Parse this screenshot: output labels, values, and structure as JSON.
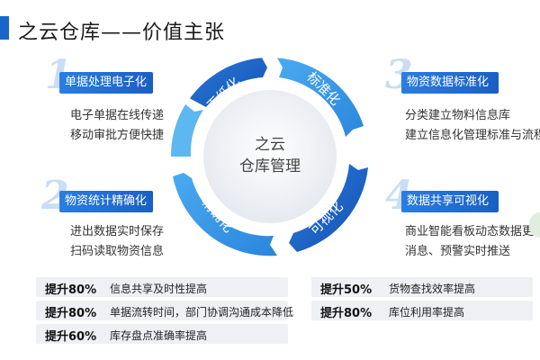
{
  "page": {
    "title": "之云仓库——价值主张"
  },
  "center": {
    "line1": "之云",
    "line2": "仓库管理"
  },
  "ring_labels": [
    "无纸化",
    "标准化",
    "可视化",
    "精确化"
  ],
  "steps": [
    {
      "number": "1",
      "title": "单据处理电子化",
      "items": [
        "电子单据在线传递",
        "移动审批方便快捷"
      ]
    },
    {
      "number": "2",
      "title": "物资统计精确化",
      "items": [
        "进出数据实时保存",
        "扫码读取物资信息"
      ]
    },
    {
      "number": "3",
      "title": "物资数据标准化",
      "items": [
        "分类建立物料信息库",
        "建立信息化管理标准与流程"
      ]
    },
    {
      "number": "4",
      "title": "数据共享可视化",
      "items": [
        "商业智能看板动态数据更新",
        "消息、预警实时推送"
      ]
    }
  ],
  "stats_left": [
    {
      "value": "提升80%",
      "text": "信息共享及时性提高"
    },
    {
      "value": "提升80%",
      "text": "单据流转时间，部门协调沟通成本降低"
    },
    {
      "value": "提升60%",
      "text": "库存盘点准确率提高"
    }
  ],
  "stats_right": [
    {
      "value": "提升50%",
      "text": "货物查找效率提高"
    },
    {
      "value": "提升80%",
      "text": "库位利用率提高"
    }
  ],
  "colors": {
    "accent": "#1a66c8",
    "ring_dark": "#1a5fc4",
    "ring_light": "#3d9be8"
  }
}
